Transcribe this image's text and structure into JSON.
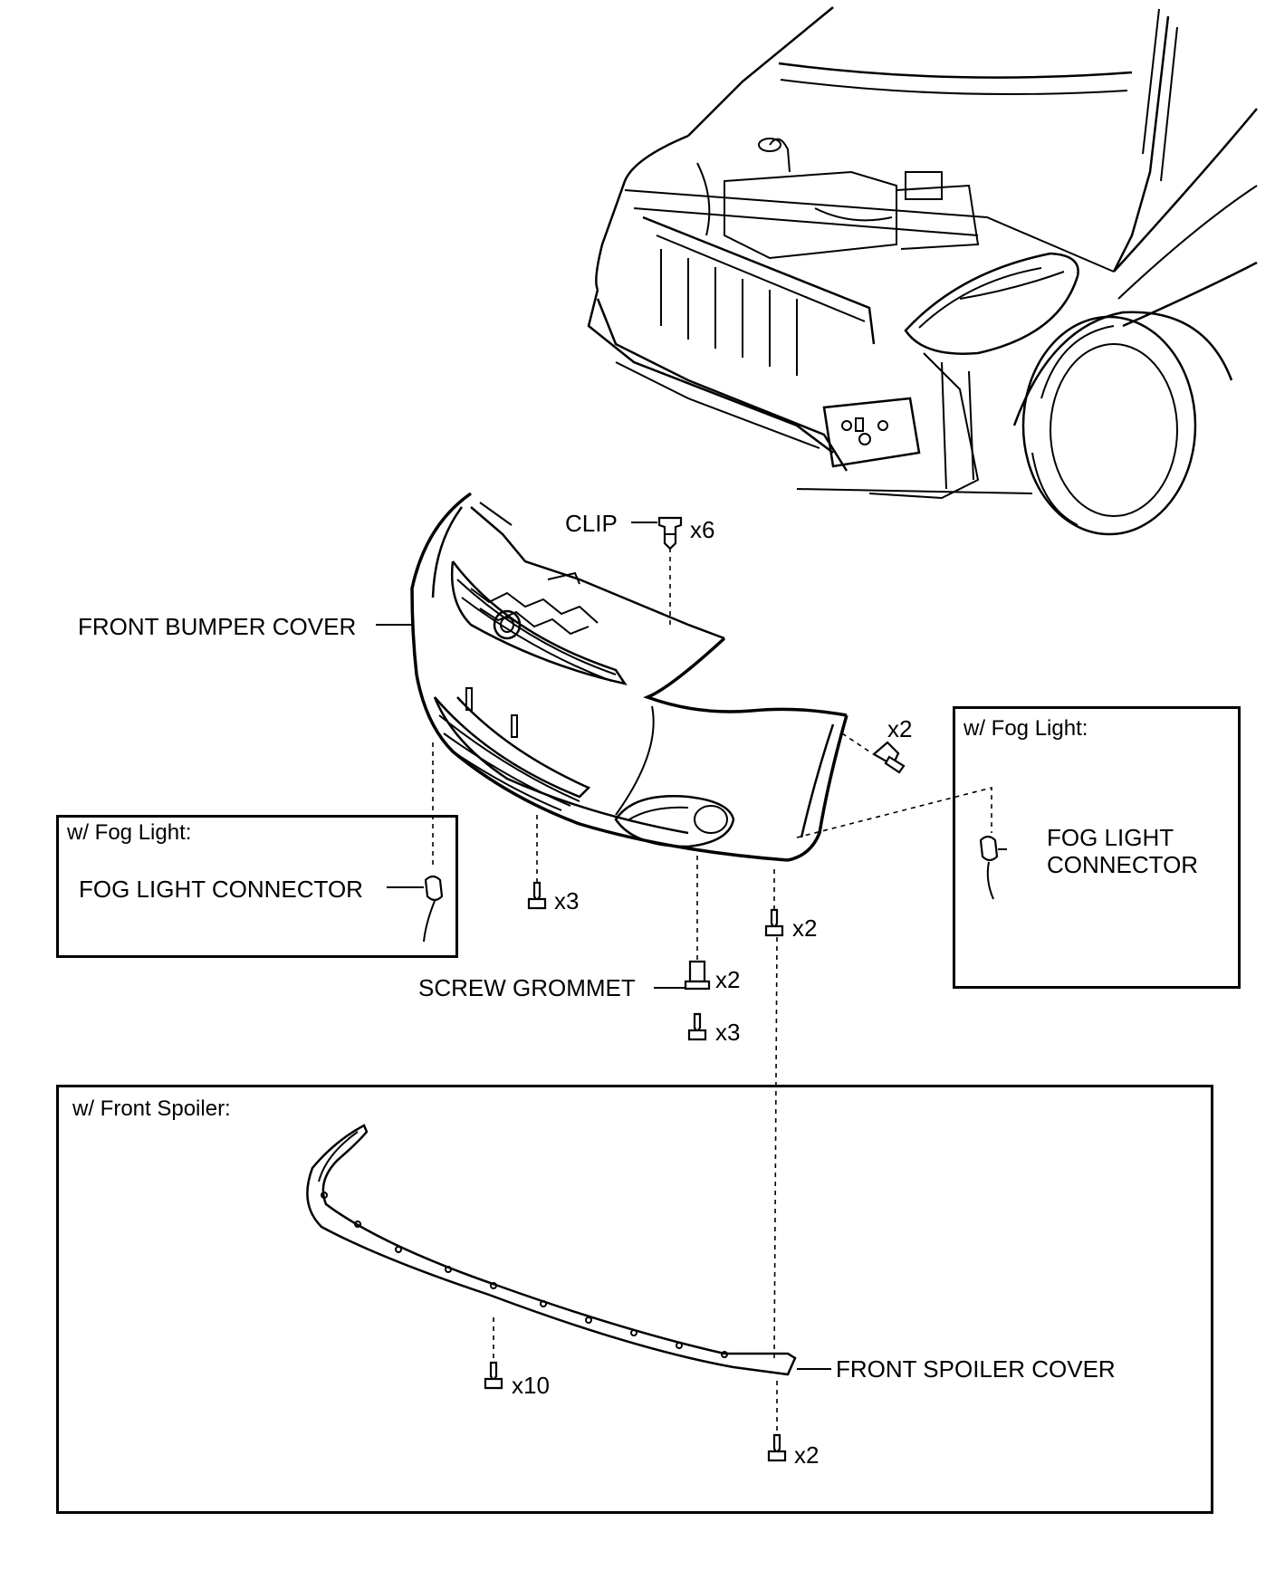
{
  "labels": {
    "clip": "CLIP",
    "clip_qty": "x6",
    "front_bumper_cover": "FRONT BUMPER COVER",
    "side_bolt_qty": "x2",
    "lower_left_screw_qty": "x3",
    "lower_right_screw_qty": "x2",
    "screw_grommet": "SCREW GROMMET",
    "screw_grommet_qty": "x2",
    "grommet_screw_qty": "x3",
    "front_spoiler_cover": "FRONT SPOILER COVER",
    "spoiler_screw_qty": "x10",
    "spoiler_end_screw_qty": "x2"
  },
  "boxes": {
    "fog_left": {
      "title": "w/ Fog Light:",
      "label": "FOG LIGHT CONNECTOR"
    },
    "fog_right": {
      "title": "w/ Fog Light:",
      "label": "FOG LIGHT CONNECTOR"
    },
    "spoiler": {
      "title": "w/ Front Spoiler:"
    }
  }
}
